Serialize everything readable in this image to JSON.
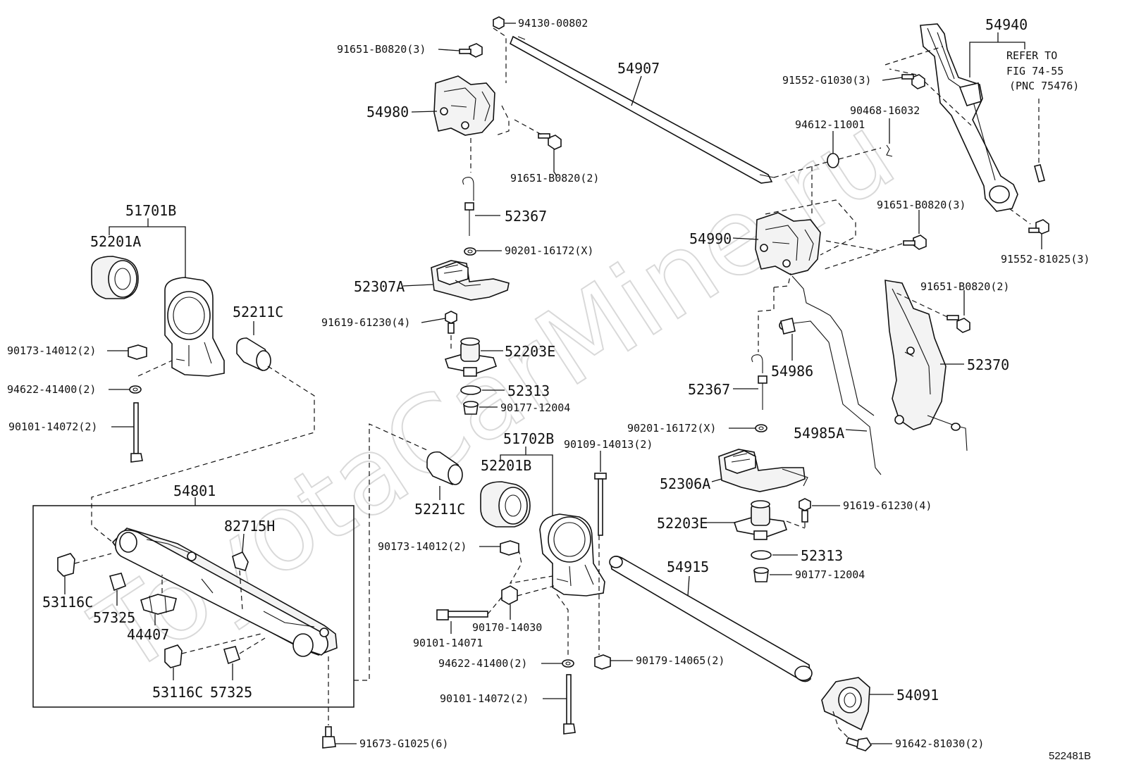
{
  "watermark": "ToyotaCarMine.ru",
  "drawing_id": "522481B",
  "note": [
    "REFER TO",
    "FIG 74-55",
    "(PNC 75476)"
  ],
  "labels": {
    "p94130": "94130-00802",
    "p91651a": "91651-B0820(3)",
    "p54907": "54907",
    "p54980": "54980",
    "p91651b": "91651-B0820(2)",
    "p52367a": "52367",
    "p90201a": "90201-16172(X)",
    "p52307A": "52307A",
    "p91619a": "91619-61230(4)",
    "p52203Ea": "52203E",
    "p52313a": "52313",
    "p90177a": "90177-12004",
    "p51701B": "51701B",
    "p52201A": "52201A",
    "p52211Ca": "52211C",
    "p90173a": "90173-14012(2)",
    "p94622a": "94622-41400(2)",
    "p90101a": "90101-14072(2)",
    "p54801": "54801",
    "p82715H": "82715H",
    "p53116Ca": "53116C",
    "p57325a": "57325",
    "p44407": "44407",
    "p53116Cb": "53116C",
    "p57325b": "57325",
    "p91673": "91673-G1025(6)",
    "p52211Cb": "52211C",
    "p51702B": "51702B",
    "p52201B": "52201B",
    "p90109": "90109-14013(2)",
    "p90173b": "90173-14012(2)",
    "p90170": "90170-14030",
    "p90101b": "90101-14071",
    "p94622b": "94622-41400(2)",
    "p90179": "90179-14065(2)",
    "p90101c": "90101-14072(2)",
    "p54915": "54915",
    "p54091": "54091",
    "p91642": "91642-81030(2)",
    "p54940": "54940",
    "p91552a": "91552-G1030(3)",
    "p90468": "90468-16032",
    "p94612": "94612-11001",
    "p91651c": "91651-B0820(3)",
    "p91552b": "91552-81025(3)",
    "p54990": "54990",
    "p91651d": "91651-B0820(2)",
    "p54986": "54986",
    "p52370": "52370",
    "p52367b": "52367",
    "p90201b": "90201-16172(X)",
    "p54985A": "54985A",
    "p52306A": "52306A",
    "p91619b": "91619-61230(4)",
    "p52203Eb": "52203E",
    "p52313b": "52313",
    "p90177b": "90177-12004"
  }
}
